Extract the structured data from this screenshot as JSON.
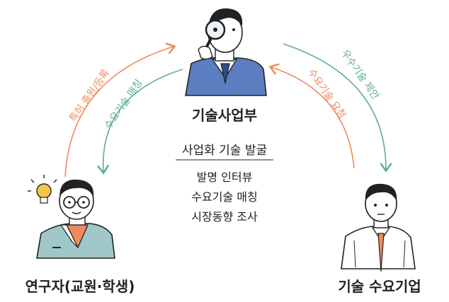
{
  "actors": {
    "center": "기술사업부",
    "left": "연구자(교원·학생)",
    "right": "기술 수요기업"
  },
  "center_box": {
    "title": "사업화 기술 발굴",
    "items": [
      "발명 인터뷰",
      "수요기술 매칭",
      "시장동향 조사"
    ]
  },
  "arrows": {
    "left_outer": "특허 출원/등록",
    "left_inner": "수요기술 매칭",
    "right_outer": "우수기술 제안",
    "right_inner": "수요기술 요청"
  },
  "colors": {
    "orange": "#f08a5d",
    "green": "#5fae8e",
    "suit_blue": "#5b7fc0",
    "suit_teal": "#9fc7c8",
    "tie_orange": "#f08a5d",
    "bulb": "#f6c544",
    "ink": "#222222"
  }
}
